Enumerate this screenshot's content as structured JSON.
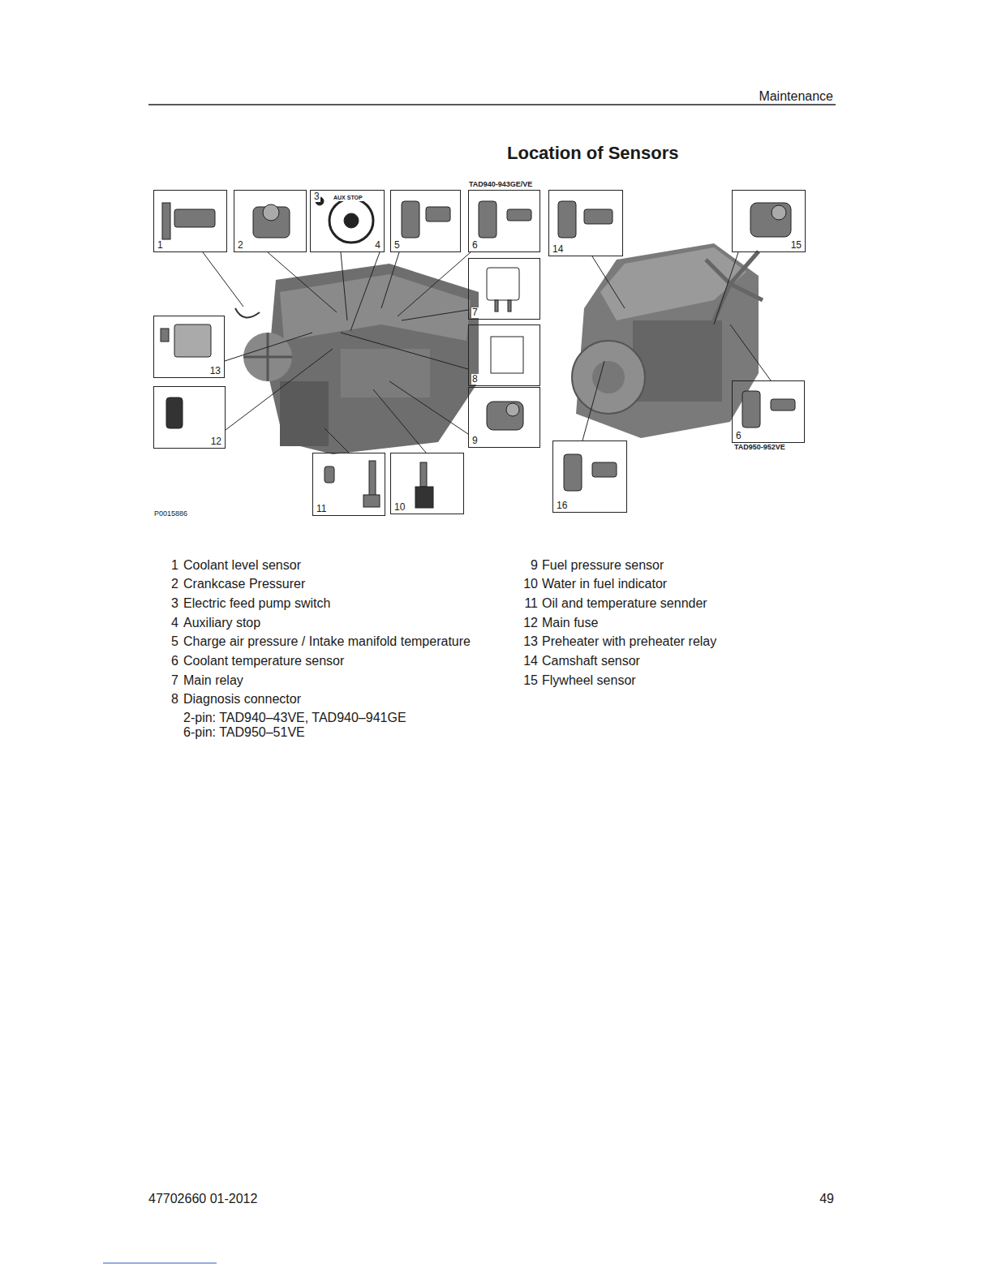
{
  "diagram": {
    "title": "Location of Sensors",
    "nodes": [
      {
        "text": [
          "1"
        ]
      },
      {
        "text": [
          "2"
        ]
      },
      {
        "text": [
          "3",
          "4"
        ]
      },
      {
        "text": [
          "5"
        ]
      },
      {
        "text": [
          "6"
        ]
      },
      {
        "text": [
          "14"
        ]
      },
      {
        "text": [
          "15"
        ]
      },
      {
        "text": [
          "7"
        ]
      },
      {
        "text": [
          "13"
        ]
      },
      {
        "text": [
          "8"
        ]
      },
      {
        "text": [
          "12"
        ]
      },
      {
        "text": [
          "9"
        ]
      },
      {
        "text": [
          "6"
        ]
      },
      {
        "text": [
          "11"
        ]
      },
      {
        "text": [
          "10"
        ]
      },
      {
        "text": [
          "16"
        ]
      }
    ],
    "labels": [
      "Maintenance",
      "TAD940-943GE/VE",
      "AUX STOP",
      "TAD950-952VE",
      "P0015886",
      "1",
      "Coolant level sensor",
      "2",
      "Crankcase Pressurer",
      "3",
      "Electric feed pump switch",
      "4",
      "Auxiliary stop",
      "5",
      "Charge air pressure / Intake manifold temperature",
      "6",
      "Coolant temperature sensor",
      "7",
      "Main relay",
      "8",
      "Diagnosis connector",
      "2-pin: TAD940–43VE, TAD940–941GE",
      "6-pin: TAD950–51VE",
      "9",
      "Fuel pressure sensor",
      "10",
      "Water in fuel indicator",
      "11",
      "Oil and temperature sennder",
      "12",
      "Main fuse",
      "13",
      "Preheater with preheater relay",
      "14",
      "Camshaft sensor",
      "15",
      "Flywheel sensor",
      "47702660 01-2012",
      "49"
    ]
  }
}
